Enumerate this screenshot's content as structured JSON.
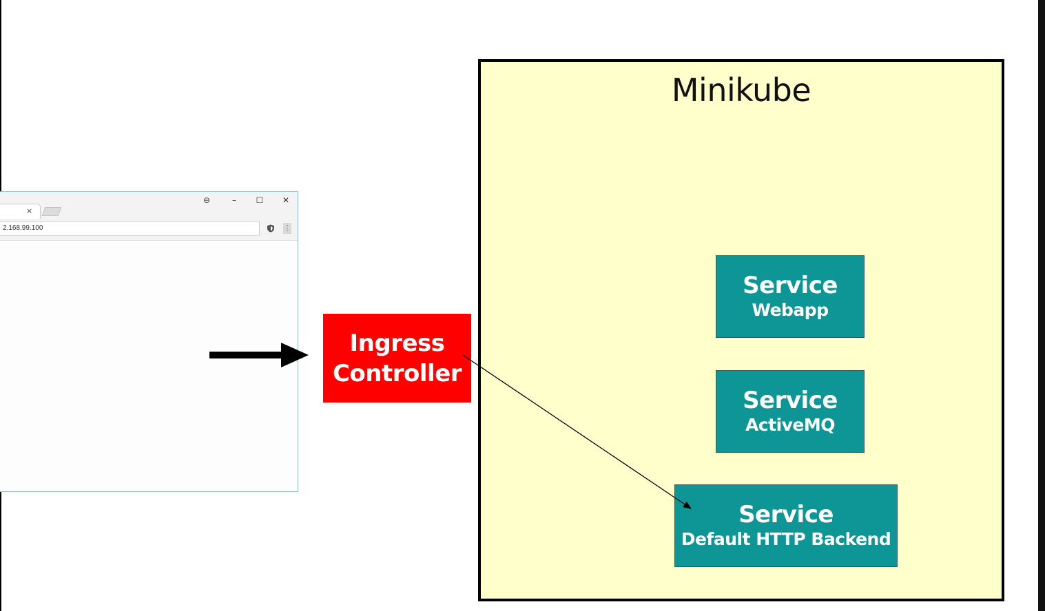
{
  "browser": {
    "address": "2.168.99.100",
    "tab_close": "×",
    "minimize": "–",
    "maximize": "☐",
    "close": "✕",
    "account": "⊖",
    "menu": "⋮"
  },
  "ingress": {
    "line1": "Ingress",
    "line2": "Controller"
  },
  "minikube": {
    "title": "Minikube",
    "services": [
      {
        "title": "Service",
        "subtitle": "Webapp"
      },
      {
        "title": "Service",
        "subtitle": "ActiveMQ"
      },
      {
        "title": "Service",
        "subtitle": "Default HTTP Backend"
      }
    ]
  },
  "colors": {
    "ingress_bg": "#ff0000",
    "service_bg": "#0e9696",
    "minikube_bg": "#ffffcc"
  },
  "icons": {
    "arrow": "right-arrow-icon",
    "shield": "shield-icon",
    "menu": "kebab-menu-icon"
  }
}
